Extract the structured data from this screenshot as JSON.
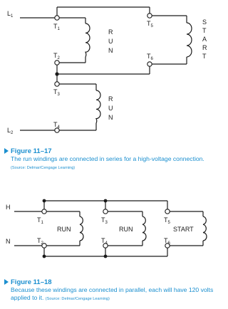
{
  "fig17": {
    "l1": "L",
    "l1_sub": "1",
    "l2": "L",
    "l2_sub": "2",
    "t1": "T",
    "t1_sub": "1",
    "t2": "T",
    "t2_sub": "2",
    "t3": "T",
    "t3_sub": "3",
    "t4": "T",
    "t4_sub": "4",
    "t5": "T",
    "t5_sub": "5",
    "t6": "T",
    "t6_sub": "6",
    "run_top": [
      "R",
      "U",
      "N"
    ],
    "run_bottom": [
      "R",
      "U",
      "N"
    ],
    "start": [
      "S",
      "T",
      "A",
      "R",
      "T"
    ],
    "caption_title": "Figure 11–17",
    "caption_text": "The run windings are connected in series for a high-voltage connection.",
    "caption_source": "(Source: Delmar/Cengage Learning)"
  },
  "fig18": {
    "h": "H",
    "n": "N",
    "t1": "T",
    "t1_sub": "1",
    "t2": "T",
    "t2_sub": "2",
    "t3": "T",
    "t3_sub": "3",
    "t4": "T",
    "t4_sub": "4",
    "t5": "T",
    "t5_sub": "5",
    "t6": "T",
    "t6_sub": "6",
    "run1": "RUN",
    "run2": "RUN",
    "start": "START",
    "caption_title": "Figure 11–18",
    "caption_text": "Because these windings are connected in parallel, each will have 120 volts applied to it.",
    "caption_source": "(Source: Delmar/Cengage Learning)"
  },
  "colors": {
    "accent": "#1b8fcf",
    "wire": "#1a1a1a"
  }
}
